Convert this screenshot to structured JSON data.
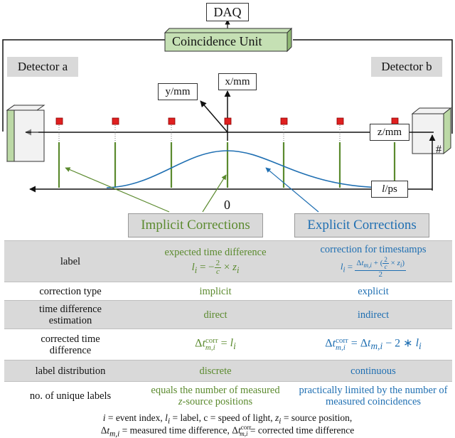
{
  "top": {
    "daq": "DAQ",
    "coincidence_unit": "Coincidence Unit",
    "detector_a": "Detector a",
    "detector_b": "Detector b",
    "x_axis": "x/mm",
    "y_axis": "y/mm",
    "z_axis": "z/mm",
    "l_axis_var": "l",
    "l_axis_unit": "/ps",
    "zero": "0",
    "hash": "#",
    "implicit_corrections": "Implicit Corrections",
    "explicit_corrections": "Explicit Corrections"
  },
  "colors": {
    "green": "#5b8a2e",
    "blue": "#1f6fb2",
    "gray": "#d9d9d9",
    "source_red": "#e02020"
  },
  "table": {
    "rows": [
      {
        "label": "label",
        "implicit": "expected time difference",
        "explicit": "correction for timestamps"
      },
      {
        "label": "correction type",
        "implicit": "implicit",
        "explicit": "explicit"
      },
      {
        "label_line1": "time difference",
        "label_line2": "estimation",
        "implicit": "direct",
        "explicit": "indirect"
      },
      {
        "label_line1": "corrected time",
        "label_line2": "difference"
      },
      {
        "label": "label distribution",
        "implicit": "discrete",
        "explicit": "continuous"
      },
      {
        "label": "no. of unique labels",
        "implicit_line1": "equals the number of measured",
        "implicit_line2_var": "z",
        "implicit_line2_rest": "-source positions",
        "explicit_line1": "practically limited by the number of",
        "explicit_line2": "measured coincidences"
      }
    ]
  },
  "footer": {
    "line1": "i = event index, l_i = label, c = speed of light, z_i = source position,",
    "line2": "Δt_m,i = measured time difference, Δt_m,i^corr = corrected time difference"
  }
}
